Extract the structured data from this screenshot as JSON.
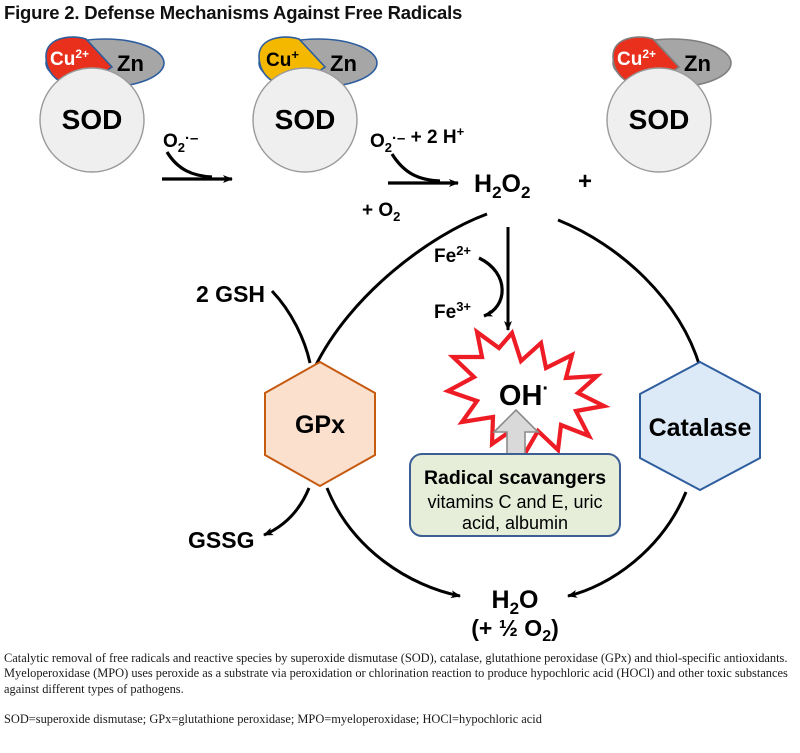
{
  "figure": {
    "title": "Figure 2. Defense Mechanisms Against Free Radicals"
  },
  "colors": {
    "copper_oxidized": "#E8301C",
    "copper_reduced": "#F5B800",
    "zinc": "#A6A6A6",
    "sod_body": "#EFEFEF",
    "gpx_fill": "#FBE0CE",
    "gpx_stroke": "#C55A11",
    "catalase_fill": "#DCE9F7",
    "catalase_stroke": "#2E5E9E",
    "scavenger_fill": "#E6EEDA",
    "scavenger_stroke": "#3C5E93",
    "radical_red": "#EE1C25",
    "block_arrow_fill": "#D9D9D9",
    "block_arrow_stroke": "#8C8C8C",
    "line_black": "#000000"
  },
  "enzymes": {
    "sod_label": "SOD",
    "gpx_label": "GPx",
    "catalase_label": "Catalase",
    "sod_units": [
      {
        "id": "sod-1",
        "copper": "Cu2+",
        "copper_state": "oxidized",
        "zinc": "Zn"
      },
      {
        "id": "sod-2",
        "copper": "Cu+",
        "copper_state": "reduced",
        "zinc": "Zn"
      },
      {
        "id": "sod-3",
        "copper": "Cu2+",
        "copper_state": "oxidized",
        "zinc": "Zn"
      }
    ]
  },
  "species": {
    "superoxide": "O2·−",
    "superoxide_plus_protons": "O2·− + 2 H+",
    "dioxygen_byproduct": "+ O2",
    "hydrogen_peroxide": "H2O2",
    "iron_two": "Fe2+",
    "iron_three": "Fe3+",
    "hydroxyl_radical": "OH·",
    "glutathione_reduced": "2 GSH",
    "glutathione_oxidized": "GSSG",
    "water": "H2O",
    "water_byproduct": "(+ ½ O2)",
    "plus_sign": "+"
  },
  "scavenger_box": {
    "heading": "Radical  scavangers",
    "line1": "vitamins C and E, uric",
    "line2": "acid, albumin"
  },
  "caption": {
    "main": "Catalytic removal of free radicals and reactive species by superoxide dismutase (SOD), catalase, glutathione peroxidase (GPx) and thiol-specific antioxidants. Myeloperoxidase (MPO) uses peroxide as a substrate via peroxidation or chlorination reaction to produce hypochloric acid (HOCl) and other toxic substances against different types of pathogens.",
    "abbreviations": "SOD=superoxide dismutase; GPx=glutathione peroxidase; MPO=myeloperoxidase; HOCl=hypochloric acid"
  }
}
